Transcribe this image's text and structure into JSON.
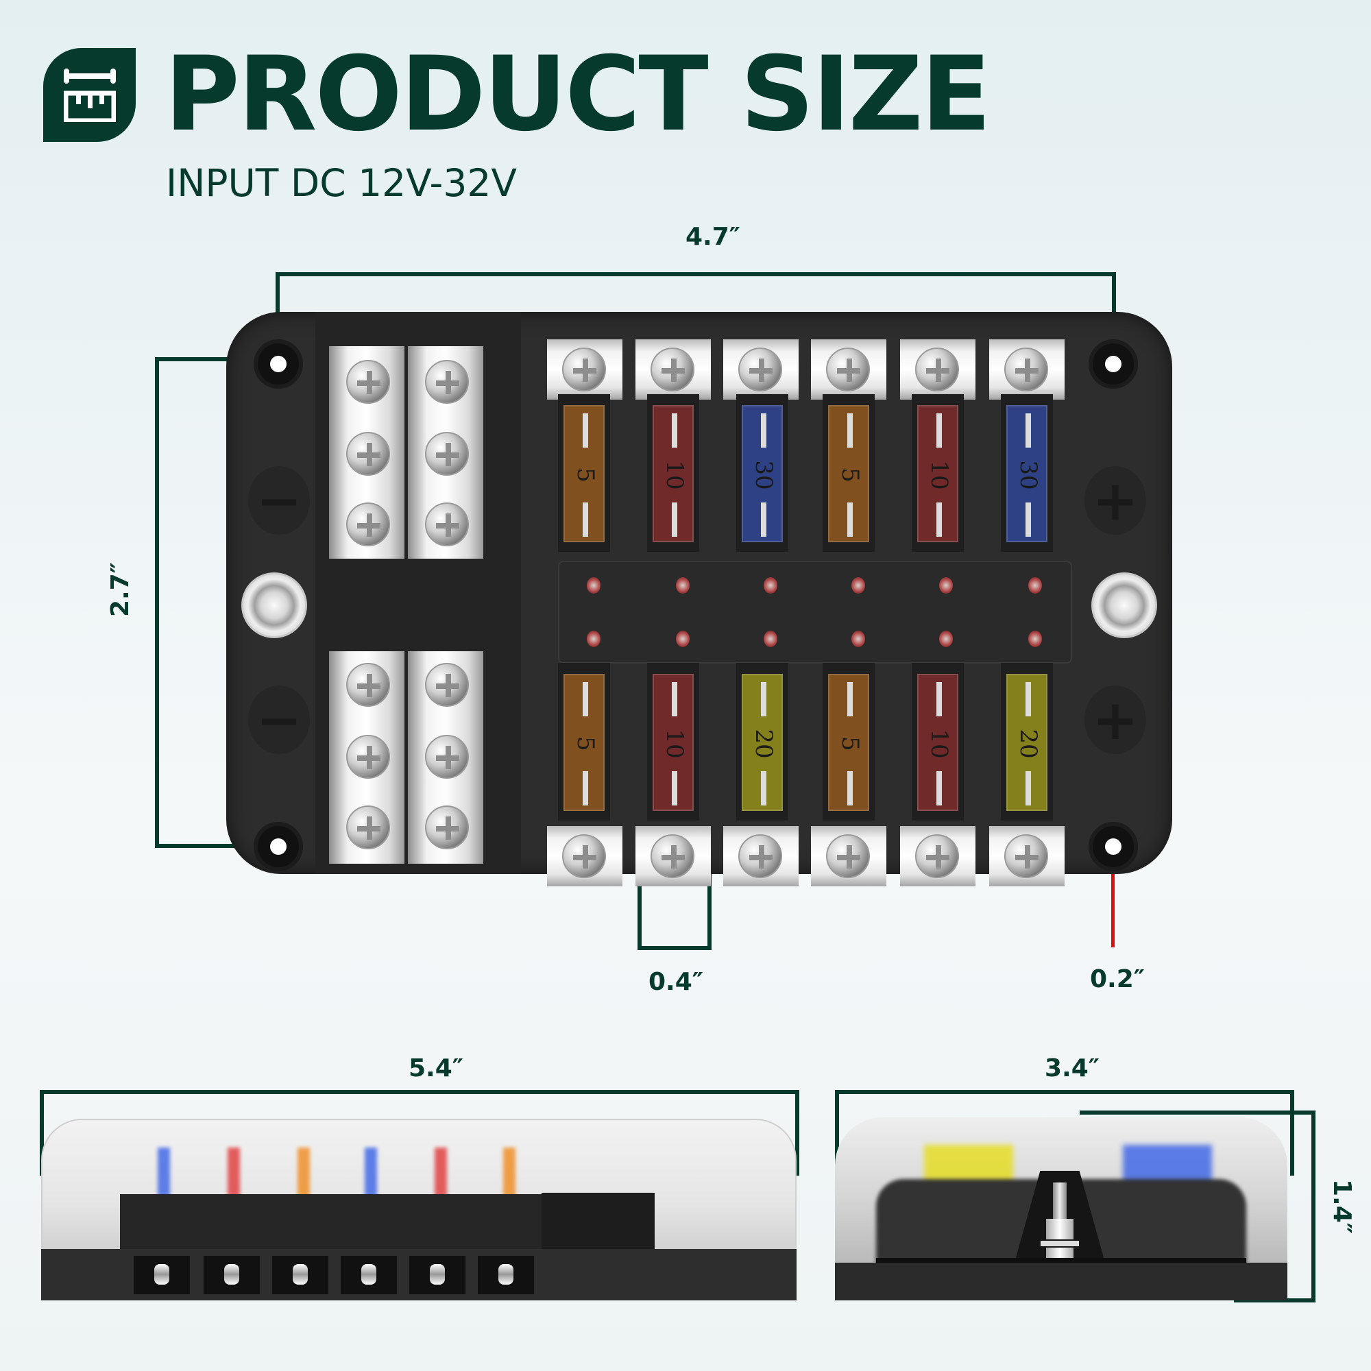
{
  "header": {
    "icon": "ruler-icon",
    "title": "PRODUCT SIZE",
    "subtitle": "INPUT DC 12V-32V"
  },
  "colors": {
    "brand_green": "#053a2c",
    "background": "#e6f0f2",
    "box_body": "#2d2d2e",
    "marker_red": "#e01010",
    "fuse_orange": "#f08a1e",
    "fuse_red": "#e0393a",
    "fuse_blue": "#3a62e6",
    "fuse_yellow": "#e6dd1a"
  },
  "top_view": {
    "width_label": "4.7″",
    "height_label": "2.7″",
    "terminal_pitch_label": "0.4″",
    "mount_hole_label": "0.2″",
    "negative_symbol": "−",
    "positive_symbol": "+",
    "top_fuses": [
      {
        "rating": "5",
        "color": "#f08a1e"
      },
      {
        "rating": "10",
        "color": "#e0393a"
      },
      {
        "rating": "30",
        "color": "#3a62e6"
      },
      {
        "rating": "5",
        "color": "#f08a1e"
      },
      {
        "rating": "10",
        "color": "#e0393a"
      },
      {
        "rating": "30",
        "color": "#3a62e6"
      }
    ],
    "bottom_fuses": [
      {
        "rating": "5",
        "color": "#f08a1e"
      },
      {
        "rating": "10",
        "color": "#e0393a"
      },
      {
        "rating": "20",
        "color": "#e6dd1a"
      },
      {
        "rating": "5",
        "color": "#f08a1e"
      },
      {
        "rating": "10",
        "color": "#e0393a"
      },
      {
        "rating": "20",
        "color": "#e6dd1a"
      }
    ]
  },
  "side_view": {
    "length_label": "5.4″"
  },
  "end_view": {
    "width_label": "3.4″",
    "height_label": "1.4″"
  }
}
